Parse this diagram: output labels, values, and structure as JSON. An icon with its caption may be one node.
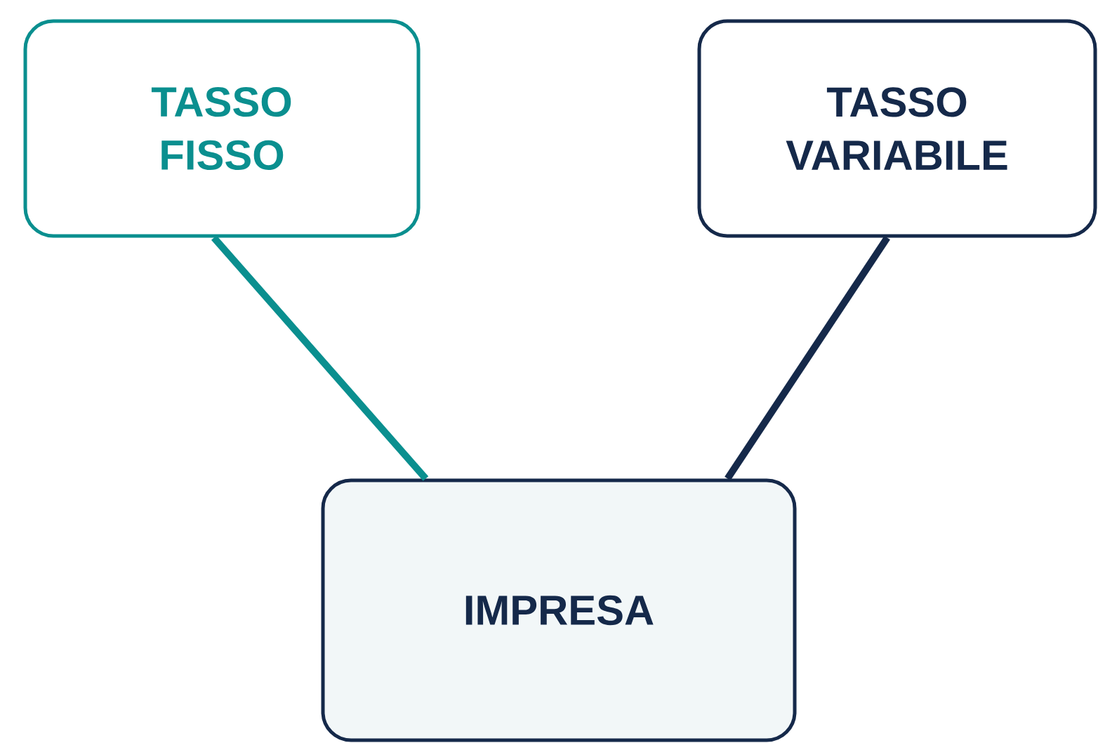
{
  "diagram": {
    "nodes": [
      {
        "text": [
          "TASSO FISSO"
        ]
      },
      {
        "text": [
          "TASSO VARIABILE"
        ]
      },
      {
        "text": [
          "IMPRESA"
        ]
      }
    ],
    "edges": [
      {
        "from": 0,
        "to": 2,
        "arrow": "none",
        "color": "#0a8f8f"
      },
      {
        "from": 1,
        "to": 2,
        "arrow": "none",
        "color": "#15294a"
      }
    ]
  }
}
